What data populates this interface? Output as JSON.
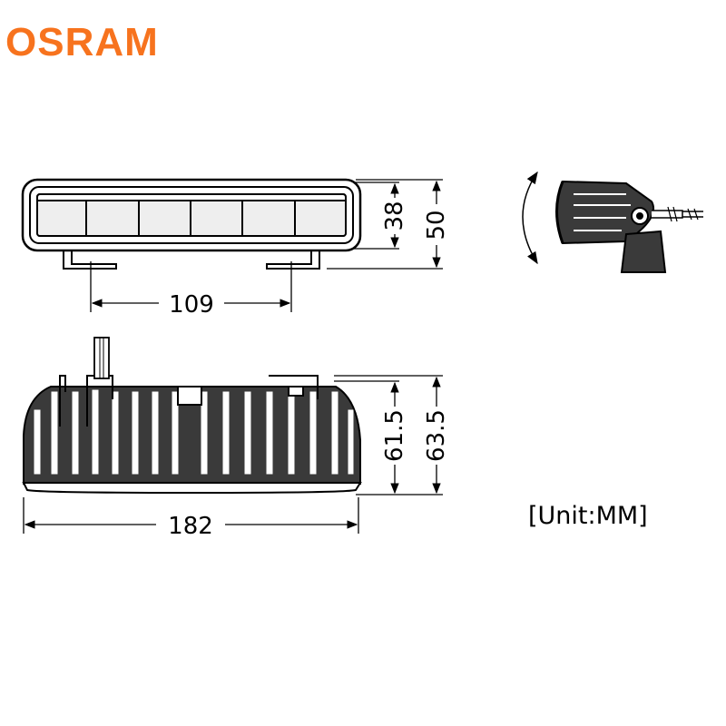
{
  "brand": {
    "logo_text": "OSRAM",
    "logo_color": "#f7731e"
  },
  "dimensions": {
    "front_height_inner": "38",
    "front_height_outer": "50",
    "bracket_spacing": "109",
    "top_height_inner": "61.5",
    "top_height_outer": "63.5",
    "overall_length": "182"
  },
  "unit_label": "[Unit:MM]"
}
